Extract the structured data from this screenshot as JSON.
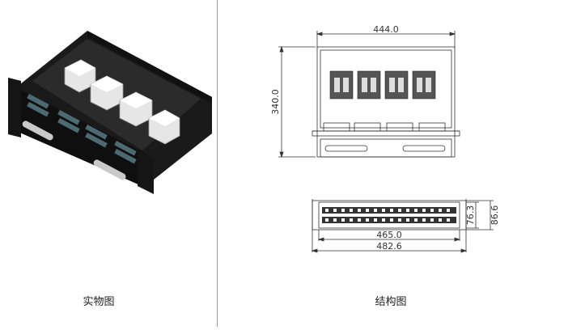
{
  "captions": {
    "photo": "实物图",
    "drawing": "结构图"
  },
  "dimensions": {
    "width_top": "444.0",
    "depth": "340.0",
    "front_inner_width": "465.0",
    "front_overall_width": "482.6",
    "height_inner": "76.3",
    "height_overall": "86.6"
  }
}
